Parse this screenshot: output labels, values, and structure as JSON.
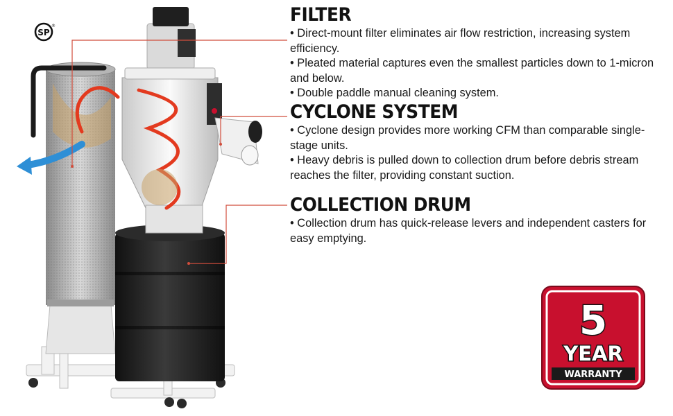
{
  "sections": [
    {
      "title": "FILTER",
      "bullets": [
        "• Direct-mount filter eliminates air flow restriction, increasing system efficiency.",
        "• Pleated material captures even the smallest particles down to 1-micron and below.",
        "• Double paddle manual cleaning system."
      ]
    },
    {
      "title": "CYCLONE SYSTEM",
      "bullets": [
        "• Cyclone design provides more working CFM than comparable single-stage units.",
        "• Heavy debris is pulled down to collection drum before debris stream reaches the filter, providing constant suction."
      ]
    },
    {
      "title": "COLLECTION DRUM",
      "bullets": [
        "• Collection drum has quick-release levers and independent casters for easy emptying."
      ]
    }
  ],
  "warranty": {
    "number": "5",
    "unit": "YEAR",
    "label": "WARRANTY"
  },
  "certification": {
    "mark": "SP",
    "registered": "®"
  },
  "colors": {
    "accent_red": "#c8102e",
    "airflow_blue": "#2e8fd6",
    "drum_black": "#1d1d1d",
    "frame_white": "#f4f4f4"
  },
  "icons": [
    "csa-certification-icon",
    "airflow-arrow-icon",
    "warranty-badge-icon"
  ]
}
